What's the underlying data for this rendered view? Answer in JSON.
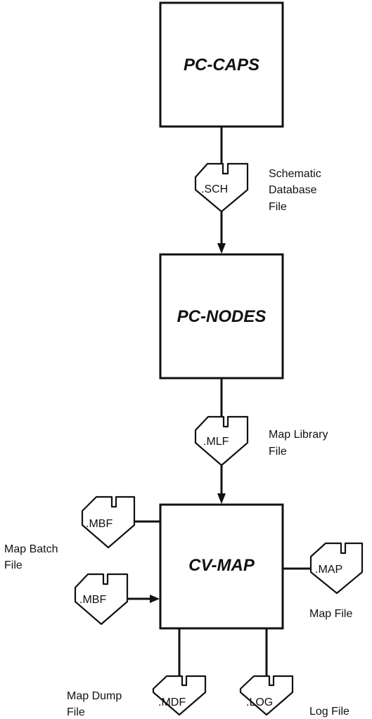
{
  "boxes": {
    "pc_caps": "PC-CAPS",
    "pc_nodes": "PC-NODES",
    "cv_map": "CV-MAP"
  },
  "file_tags": {
    "sch": ".SCH",
    "mlf": ".MLF",
    "mbf_top": ".MBF",
    "mbf_bottom": ".MBF",
    "map": ".MAP",
    "mdf": ".MDF",
    "log": ".LOG"
  },
  "notes": {
    "schematic": [
      "Schematic",
      "Database",
      "File"
    ],
    "map_library": [
      "Map Library",
      "File"
    ],
    "map_batch": [
      "Map Batch",
      "File"
    ],
    "map_file": "Map File",
    "map_dump": [
      "Map Dump",
      "File"
    ],
    "log_file": "Log File"
  },
  "colors": {
    "ink": "#111111",
    "background": "#ffffff"
  }
}
